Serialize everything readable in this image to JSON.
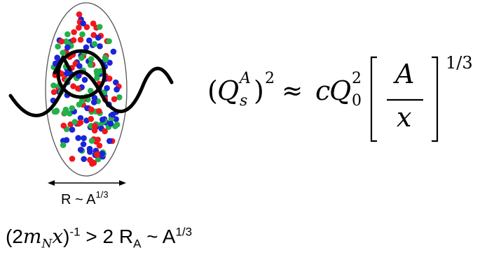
{
  "nucleus": {
    "colors": {
      "red": "#f0161c",
      "green": "#22b04a",
      "blue": "#1a24d8",
      "outline": "#555555"
    }
  },
  "radius_label": {
    "base": "R ~ A",
    "exponent": "1/3"
  },
  "saturation_formula": {
    "lparen": "(",
    "Q": "Q",
    "sup_A": "A",
    "sub_s": "s",
    "rparen": ")",
    "sq": "2",
    "approx": "≈",
    "c": "c",
    "Q0": "Q",
    "sup_2": "2",
    "sub_0": "0",
    "frac_num": "A",
    "frac_den": "x",
    "exponent": "1/3"
  },
  "coherence_condition": {
    "open": "(2",
    "m": "m",
    "sub_N": "N",
    "x": "x",
    "close": ")",
    "exp_minus1": "-1",
    "middle": " > 2 R",
    "sub_A": "A",
    "tilde_A": " ~ A",
    "exp": "1/3"
  }
}
